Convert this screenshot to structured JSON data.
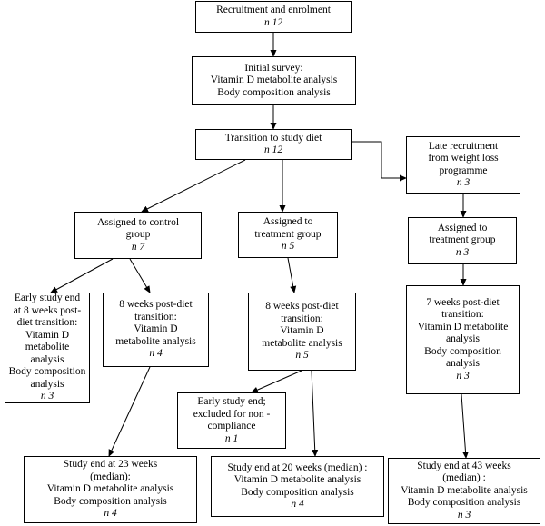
{
  "boxes": [
    {
      "id": "recruitment",
      "lines": [
        "Recruitment and enrolment"
      ],
      "n": "n 12"
    },
    {
      "id": "initial-survey",
      "lines": [
        "Initial  survey:",
        "Vitamin D metabolite analysis",
        "Body composition analysis"
      ],
      "n": ""
    },
    {
      "id": "transition",
      "lines": [
        "Transition to study diet"
      ],
      "n": "n 12"
    },
    {
      "id": "late-recruitment",
      "lines": [
        "Late recruitment",
        "from weight loss",
        "programme"
      ],
      "n": "n 3"
    },
    {
      "id": "control-group",
      "lines": [
        "Assigned to control",
        "group"
      ],
      "n": "n 7"
    },
    {
      "id": "treatment-group",
      "lines": [
        "Assigned to",
        "treatment group"
      ],
      "n": "n 5"
    },
    {
      "id": "late-treatment",
      "lines": [
        "Assigned to",
        "treatment group"
      ],
      "n": "n 3"
    },
    {
      "id": "early-end-8wk",
      "lines": [
        "Early study end",
        "at 8 weeks post-",
        "diet transition:",
        "Vitamin D",
        "metabolite",
        "analysis",
        "Body composition",
        "analysis"
      ],
      "n": "n 3"
    },
    {
      "id": "control-8wk",
      "lines": [
        "8 weeks post-diet",
        "transition:",
        "Vitamin D",
        "metabolite analysis"
      ],
      "n": "n 4"
    },
    {
      "id": "treatment-8wk",
      "lines": [
        "8 weeks post-diet",
        "transition:",
        "Vitamin D",
        "metabolite analysis"
      ],
      "n": "n 5"
    },
    {
      "id": "late-7wk",
      "lines": [
        "7 weeks post-diet",
        "transition:",
        "Vitamin D metabolite",
        "analysis",
        "Body composition",
        "analysis"
      ],
      "n": "n 3"
    },
    {
      "id": "early-excluded",
      "lines": [
        "Early study end;",
        "excluded for non   -",
        "compliance"
      ],
      "n": "n 1"
    },
    {
      "id": "end-23wk",
      "lines": [
        "Study end at 23 weeks",
        "(median):",
        "Vitamin D metabolite analysis",
        "Body composition analysis"
      ],
      "n": "n 4"
    },
    {
      "id": "end-20wk",
      "lines": [
        "Study end  at 20  weeks (median) :",
        "Vitamin  D metabolite analysis",
        "Body composition analysis"
      ],
      "n": "n 4"
    },
    {
      "id": "end-43wk",
      "lines": [
        "Study end  at 43  weeks",
        "(median) :",
        "Vitamin D metabolite analysis",
        "Body composition analysis"
      ],
      "n": "n 3"
    }
  ]
}
